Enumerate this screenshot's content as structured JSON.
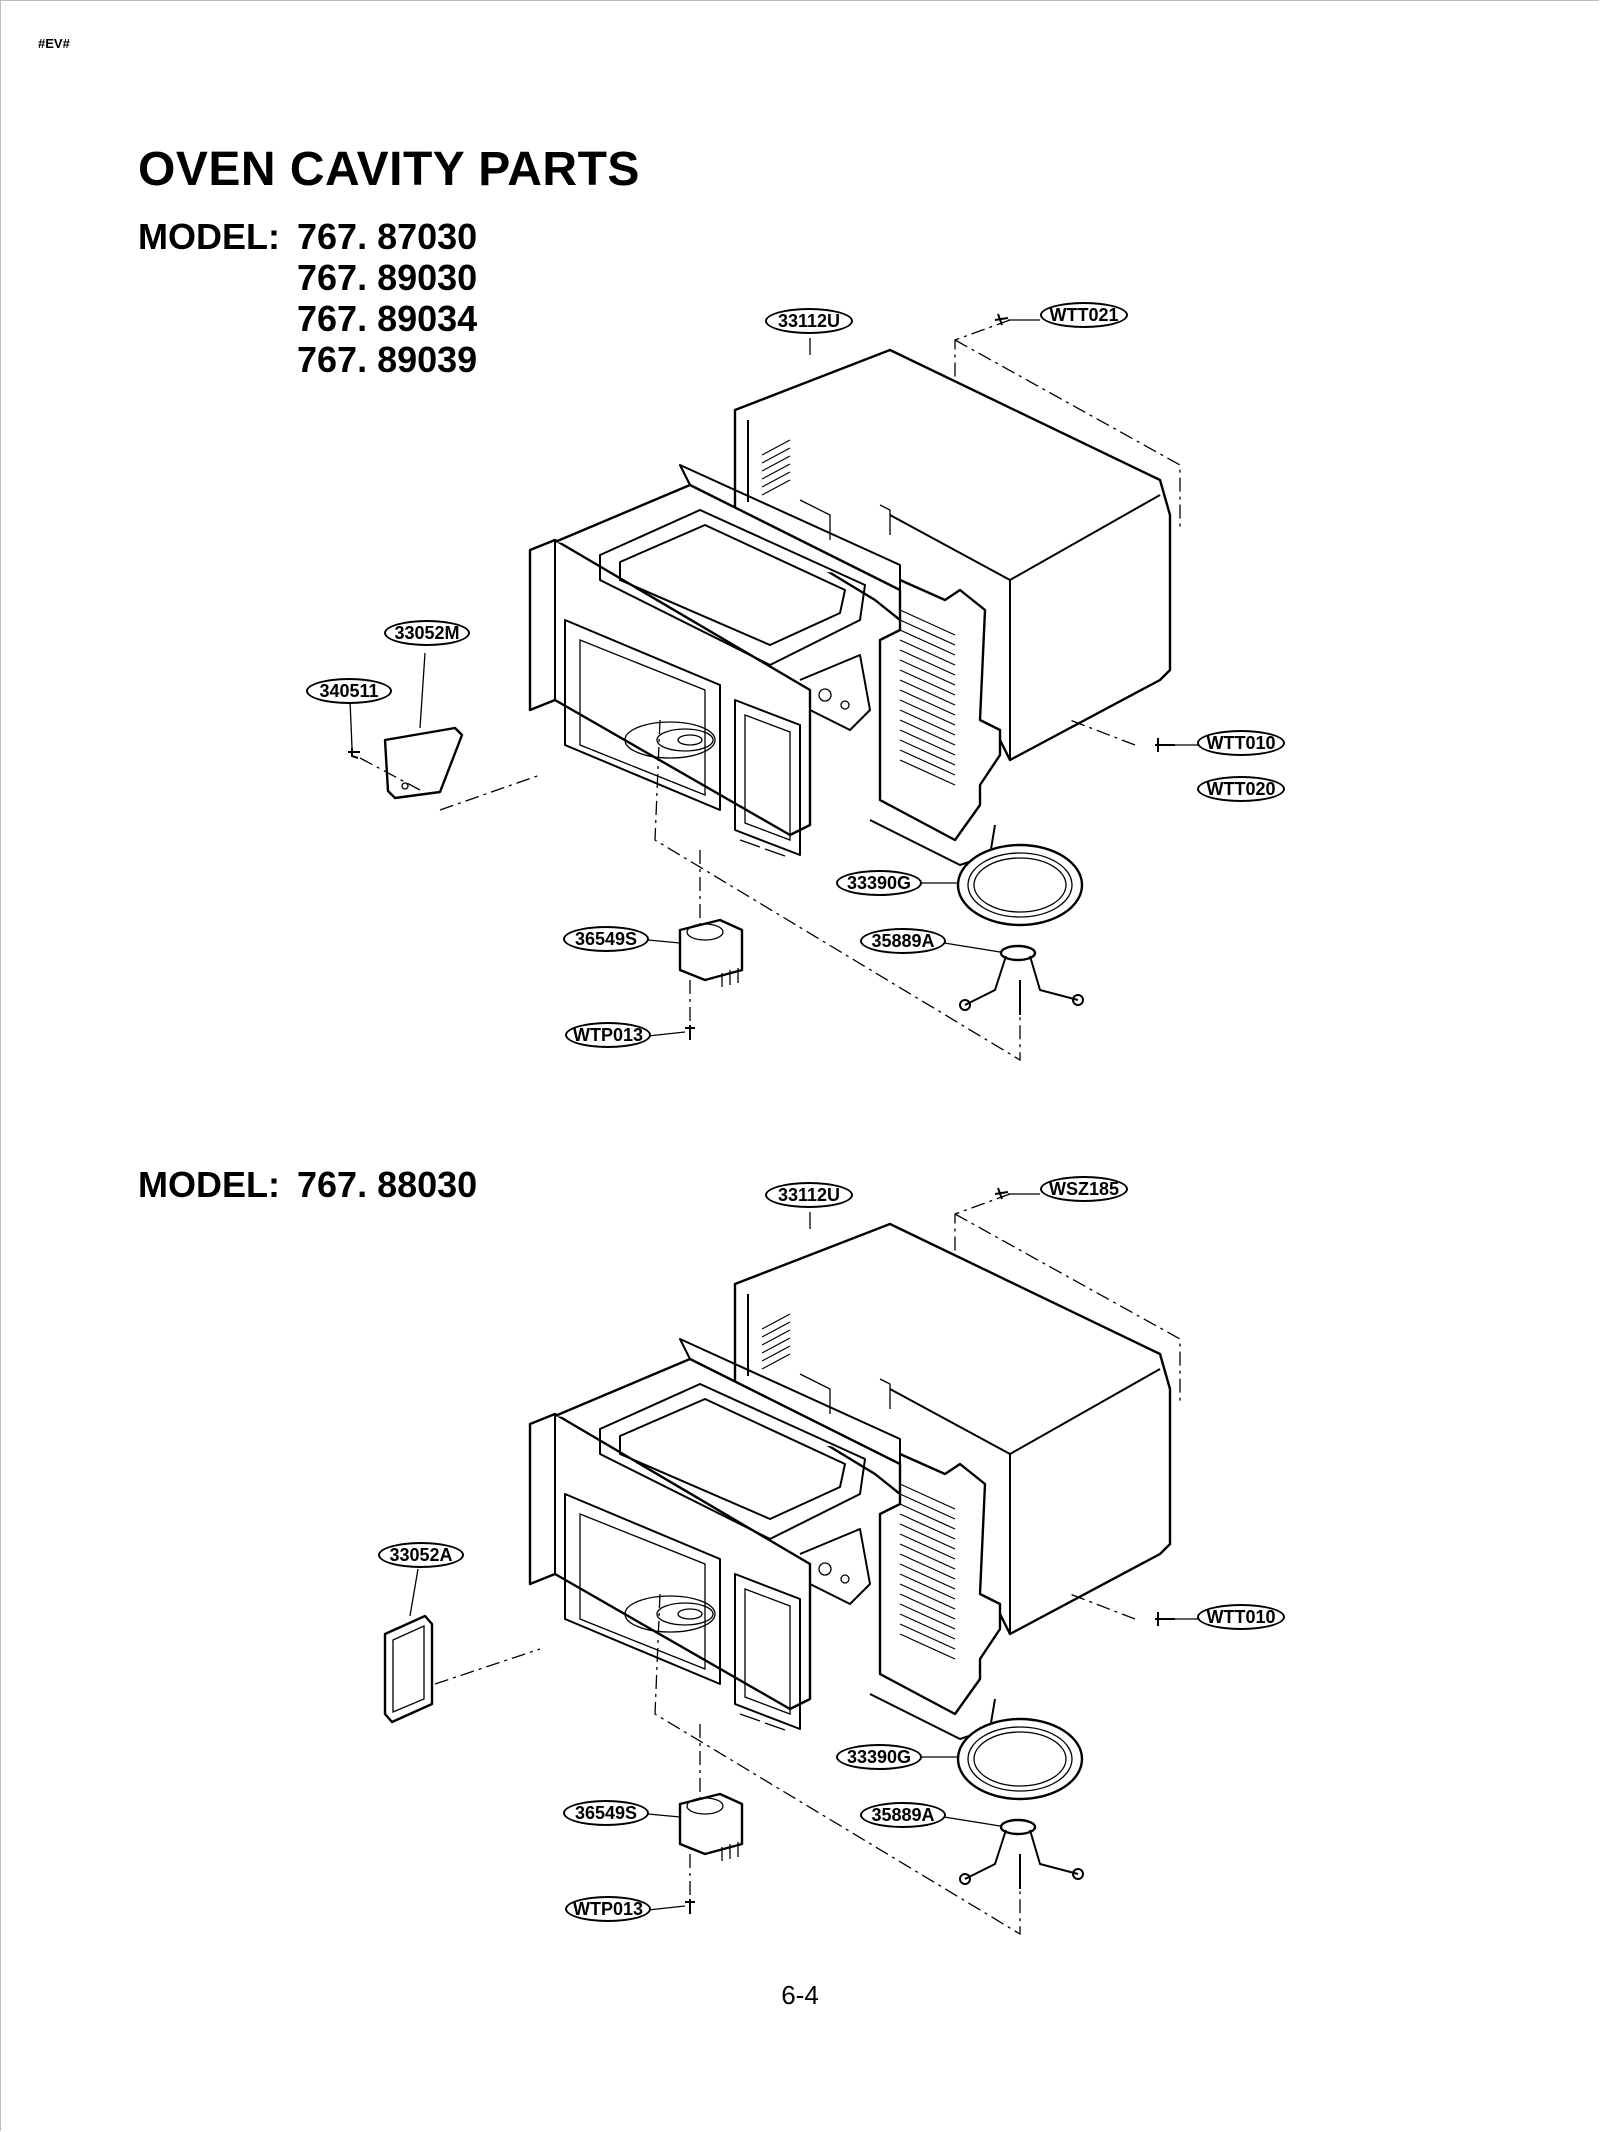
{
  "header_tag": "#EV#",
  "title": "OVEN CAVITY PARTS",
  "model_label": "MODEL:",
  "section1": {
    "models": [
      "767. 87030",
      "767. 89030",
      "767. 89034",
      "767. 89039"
    ],
    "callouts": {
      "outer_case": "33112U",
      "top_screw": "WTT021",
      "waveguide_cover": "33052M",
      "cover_screw": "340511",
      "side_screw_a": "WTT010",
      "side_screw_b": "WTT020",
      "glass_tray": "33390G",
      "roller_guide": "35889A",
      "motor": "36549S",
      "motor_screw": "WTP013"
    }
  },
  "section2": {
    "models": [
      "767. 88030"
    ],
    "callouts": {
      "outer_case": "33112U",
      "top_screw": "WSZ185",
      "waveguide_cover": "33052A",
      "side_screw_a": "WTT010",
      "glass_tray": "33390G",
      "roller_guide": "35889A",
      "motor": "36549S",
      "motor_screw": "WTP013"
    }
  },
  "page_number": "6-4"
}
